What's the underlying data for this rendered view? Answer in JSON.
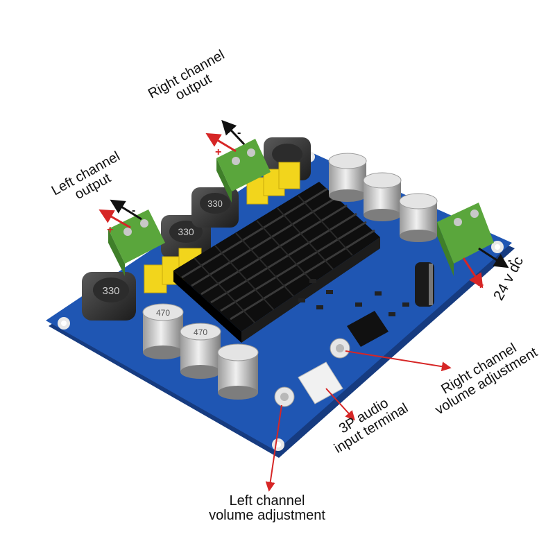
{
  "labels": {
    "right_output_line1": "Right channel",
    "right_output_line2": "output",
    "left_output_line1": "Left channel",
    "left_output_line2": "output",
    "right_volume_line1": "Right channel",
    "right_volume_line2": "volume adjustment",
    "audio_input_line1": "3P audio",
    "audio_input_line2": "input terminal",
    "power": "24 v dc",
    "left_volume_line1": "Left channel",
    "left_volume_line2": "volume adjustment"
  },
  "polarity": {
    "plus": "+",
    "minus": "-"
  },
  "inductor_marking": "330",
  "capacitor_marking": "470",
  "colors": {
    "pcb": "#1d4fa6",
    "pcb_edge": "#163b80",
    "terminal": "#5aa63c",
    "film_cap": "#f2d51c",
    "heatsink": "#1a1a1a",
    "cap_body": "#d8d8d8",
    "arrow_red": "#d62626",
    "arrow_black": "#111111"
  }
}
